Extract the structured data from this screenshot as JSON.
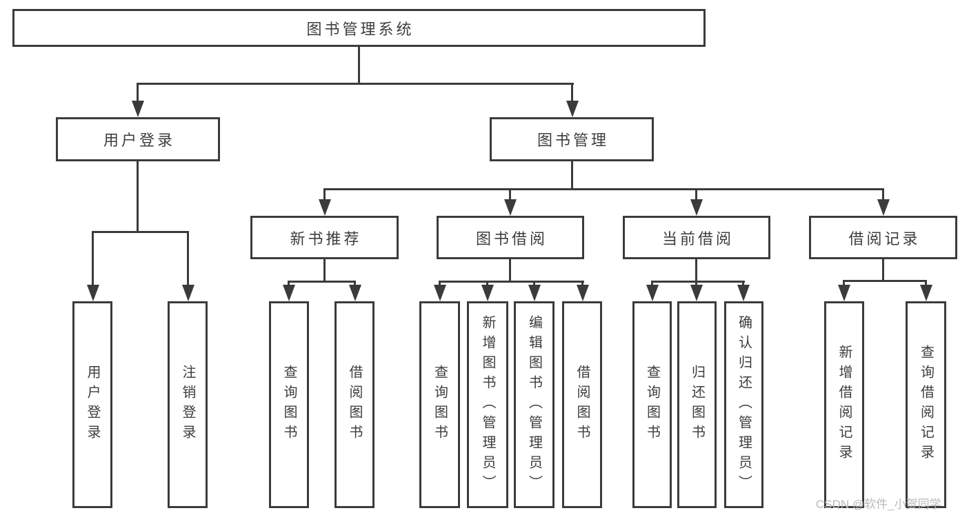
{
  "tree": {
    "root": {
      "label": "图书管理系统"
    },
    "branches": [
      {
        "label": "用户登录",
        "leaves": [
          {
            "label": "用户登录"
          },
          {
            "label": "注销登录"
          }
        ]
      },
      {
        "label": "图书管理",
        "groups": [
          {
            "label": "新书推荐",
            "leaves": [
              {
                "label": "查询图书"
              },
              {
                "label": "借阅图书"
              }
            ]
          },
          {
            "label": "图书借阅",
            "leaves": [
              {
                "label": "查询图书"
              },
              {
                "label": "新增图书（管理员）"
              },
              {
                "label": "编辑图书（管理员）"
              },
              {
                "label": "借阅图书"
              }
            ]
          },
          {
            "label": "当前借阅",
            "leaves": [
              {
                "label": "查询图书"
              },
              {
                "label": "归还图书"
              },
              {
                "label": "确认归还（管理员）"
              }
            ]
          },
          {
            "label": "借阅记录",
            "leaves": [
              {
                "label": "新增借阅记录"
              },
              {
                "label": "查询借阅记录"
              }
            ]
          }
        ]
      }
    ]
  },
  "watermark": {
    "text": "CSDN @软件_小贺同学"
  },
  "colors": {
    "line": "#3b3b3b",
    "text": "#3d3d3d",
    "watermark": "#b9b9b9",
    "background": "#ffffff"
  }
}
